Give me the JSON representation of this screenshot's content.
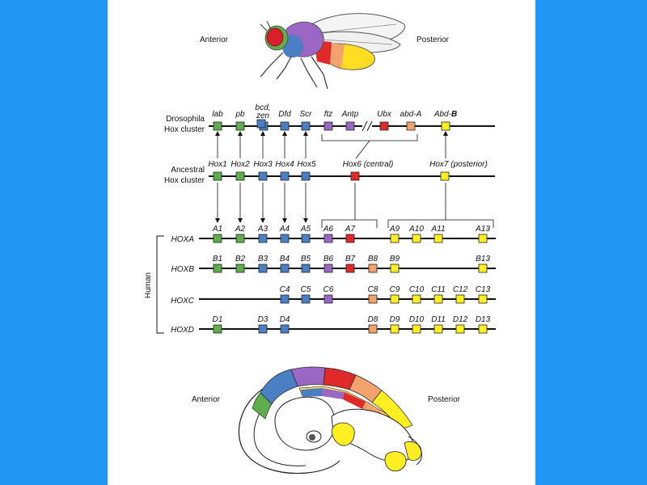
{
  "colors": {
    "background": "#2196f3",
    "panel": "#ffffff",
    "green": "#5fae4e",
    "blue": "#4a7fc4",
    "purple": "#9a68c4",
    "red": "#e02a2a",
    "salmon": "#f2a36d",
    "yellow": "#ffee22"
  },
  "fly": {
    "anterior": "Anterior",
    "posterior": "Posterior"
  },
  "embryo": {
    "anterior": "Anterior",
    "posterior": "Posterior"
  },
  "drosophila": {
    "label_line1": "Drosophila",
    "label_line2": "Hox cluster",
    "genes": [
      "lab",
      "pb",
      "bcd,",
      "zen",
      "Dfd",
      "Scr",
      "ftz",
      "Antp",
      "Ubx",
      "abd-A",
      "Abd-",
      "B"
    ]
  },
  "ancestral": {
    "label_line1": "Ancestral",
    "label_line2": "Hox cluster",
    "genes": [
      "Hox1",
      "Hox2",
      "Hox3",
      "Hox4",
      "Hox5",
      "Hox6 (central)",
      "Hox7 (posterior)"
    ]
  },
  "human": {
    "label": "Human",
    "HOXA": {
      "name": "HOXA",
      "genes": [
        "A1",
        "A2",
        "A3",
        "A4",
        "A5",
        "A6",
        "A7",
        "A9",
        "A10",
        "A11",
        "A13"
      ]
    },
    "HOXB": {
      "name": "HOXB",
      "genes": [
        "B1",
        "B2",
        "B3",
        "B4",
        "B5",
        "B6",
        "B7",
        "B8",
        "B9",
        "B13"
      ]
    },
    "HOXC": {
      "name": "HOXC",
      "genes": [
        "C4",
        "C5",
        "C6",
        "C8",
        "C9",
        "C10",
        "C11",
        "C12",
        "C13"
      ]
    },
    "HOXD": {
      "name": "HOXD",
      "genes": [
        "D1",
        "D3",
        "D4",
        "D8",
        "D9",
        "D10",
        "D11",
        "D12",
        "D13"
      ]
    }
  }
}
